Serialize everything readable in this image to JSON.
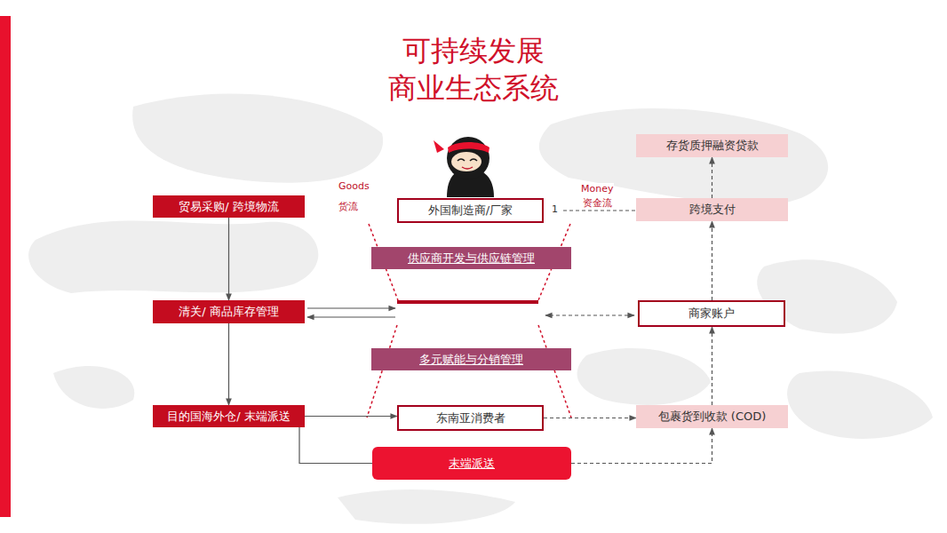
{
  "diagram": {
    "title": "可持续发展 商业生态系统",
    "nodes": [
      {
        "text": [
          "存货质押融资贷款"
        ]
      },
      {
        "text": [
          "贸易采购/ 跨境物流"
        ]
      },
      {
        "text": [
          "外国制造商/厂家"
        ]
      },
      {
        "text": [
          "跨境支付"
        ]
      },
      {
        "text": [
          "供应商开发与供应链管理"
        ]
      },
      {
        "text": [
          "清关/ 商品库存管理"
        ]
      },
      {
        "text": [
          "商家账户"
        ]
      },
      {
        "text": [
          "多元赋能与分销管理"
        ]
      },
      {
        "text": [
          "目的国海外仓/ 末端派送"
        ]
      },
      {
        "text": [
          "东南亚消费者"
        ]
      },
      {
        "text": [
          "包裹货到收款 (COD)"
        ]
      },
      {
        "text": [
          "末端派送"
        ]
      }
    ],
    "edges": [
      {
        "from": 1,
        "to": 5,
        "arrow": "to"
      },
      {
        "from": 5,
        "to": 8,
        "arrow": "to"
      },
      {
        "from": 8,
        "to": 9,
        "arrow": "to"
      },
      {
        "from": 8,
        "to": 11,
        "arrow": "none"
      },
      {
        "from": 2,
        "to": 3,
        "arrow": "none"
      },
      {
        "from": 3,
        "to": 0,
        "arrow": "to"
      },
      {
        "from": 6,
        "to": 3,
        "arrow": "to"
      },
      {
        "from": 10,
        "to": 6,
        "arrow": "to"
      },
      {
        "from": 9,
        "to": 10,
        "arrow": "to"
      },
      {
        "from": 11,
        "to": 10,
        "arrow": "to"
      }
    ],
    "labels": [
      "Goods",
      "货流",
      "Money",
      "资金流",
      "1"
    ]
  }
}
